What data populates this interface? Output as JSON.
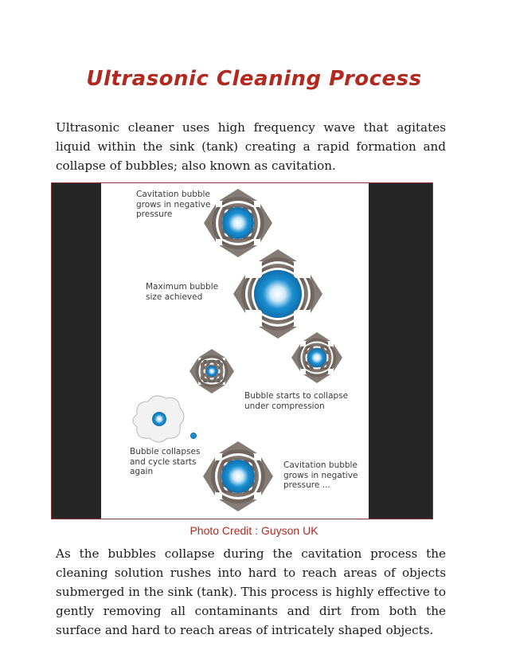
{
  "title": "Ultrasonic Cleaning Process",
  "paragraph1": "Ultrasonic cleaner uses high frequency wave that agitates liquid within the sink (tank) creating a rapid formation and collapse of bubbles; also known as cavitation.",
  "figure": {
    "labels": {
      "stage1": [
        "Cavitation bubble",
        "grows in negative",
        "pressure"
      ],
      "stage2": [
        "Maximum bubble",
        "size achieved"
      ],
      "stage3": [
        "Bubble starts to collapse",
        "under compression"
      ],
      "stage4": [
        "Bubble  collapses",
        "and cycle starts",
        "again"
      ],
      "stage5": [
        "Cavitation bubble",
        "grows in negative",
        "pressure ..."
      ]
    },
    "colors": {
      "bubble": "#1b8fd0",
      "wave": "#7a6e66",
      "frame": "#262626"
    }
  },
  "credit": "Photo Credit : Guyson UK",
  "paragraph2": "As the bubbles collapse during the cavitation process the cleaning solution rushes into hard to reach areas of objects submerged in the sink (tank). This process is highly effective to gently removing all contaminants and dirt from both the surface and hard to reach areas of intricately shaped objects."
}
